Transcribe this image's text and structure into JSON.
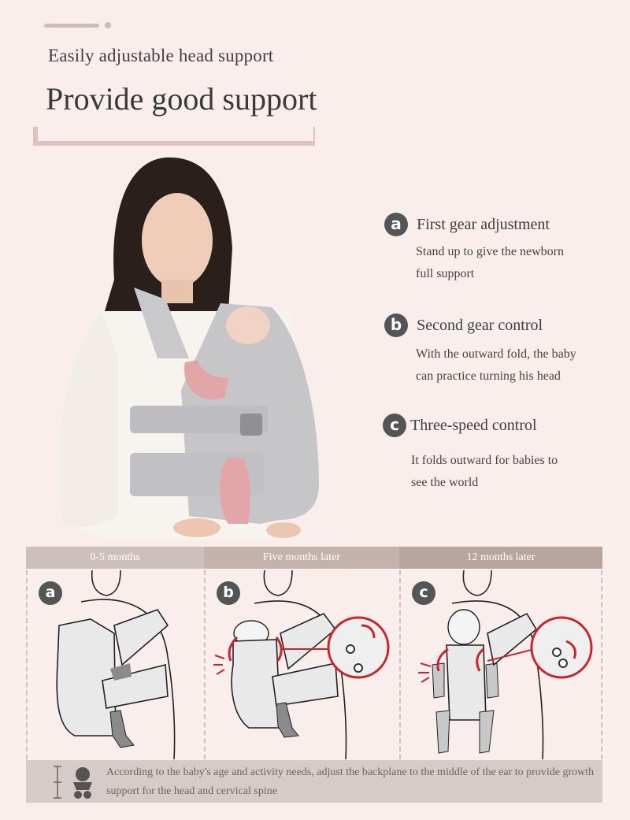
{
  "header": {
    "subtitle": "Easily adjustable head support",
    "title": "Provide good support"
  },
  "photo": {
    "description": "Woman wearing grey baby carrier holding newborn in pink outfit"
  },
  "features": [
    {
      "badge": "a",
      "title": "First gear adjustment",
      "desc_lines": [
        "Stand up to give the newborn",
        "full support"
      ]
    },
    {
      "badge": "b",
      "title": "Second gear control",
      "desc_lines": [
        "With the outward fold, the baby",
        "can practice turning his head"
      ]
    },
    {
      "badge": "c",
      "title": "Three-speed control",
      "desc_lines": [
        "It folds outward for babies to",
        "see the world"
      ]
    }
  ],
  "stages": [
    {
      "label": "0-5 months",
      "badge": "a",
      "color": "#cdbfbb"
    },
    {
      "label": "Five months later",
      "badge": "b",
      "color": "#c4b3ad"
    },
    {
      "label": "12 months later",
      "badge": "c",
      "color": "#b8a59e"
    }
  ],
  "note": {
    "text": "According to the baby's age and activity needs, adjust the backplane to the middle of the ear to provide growth support for the head and cervical spine"
  },
  "colors": {
    "background": "#f9eeeb",
    "accent_red": "#c8262c",
    "badge": "#555555",
    "bracket": "#ddc3bd"
  }
}
